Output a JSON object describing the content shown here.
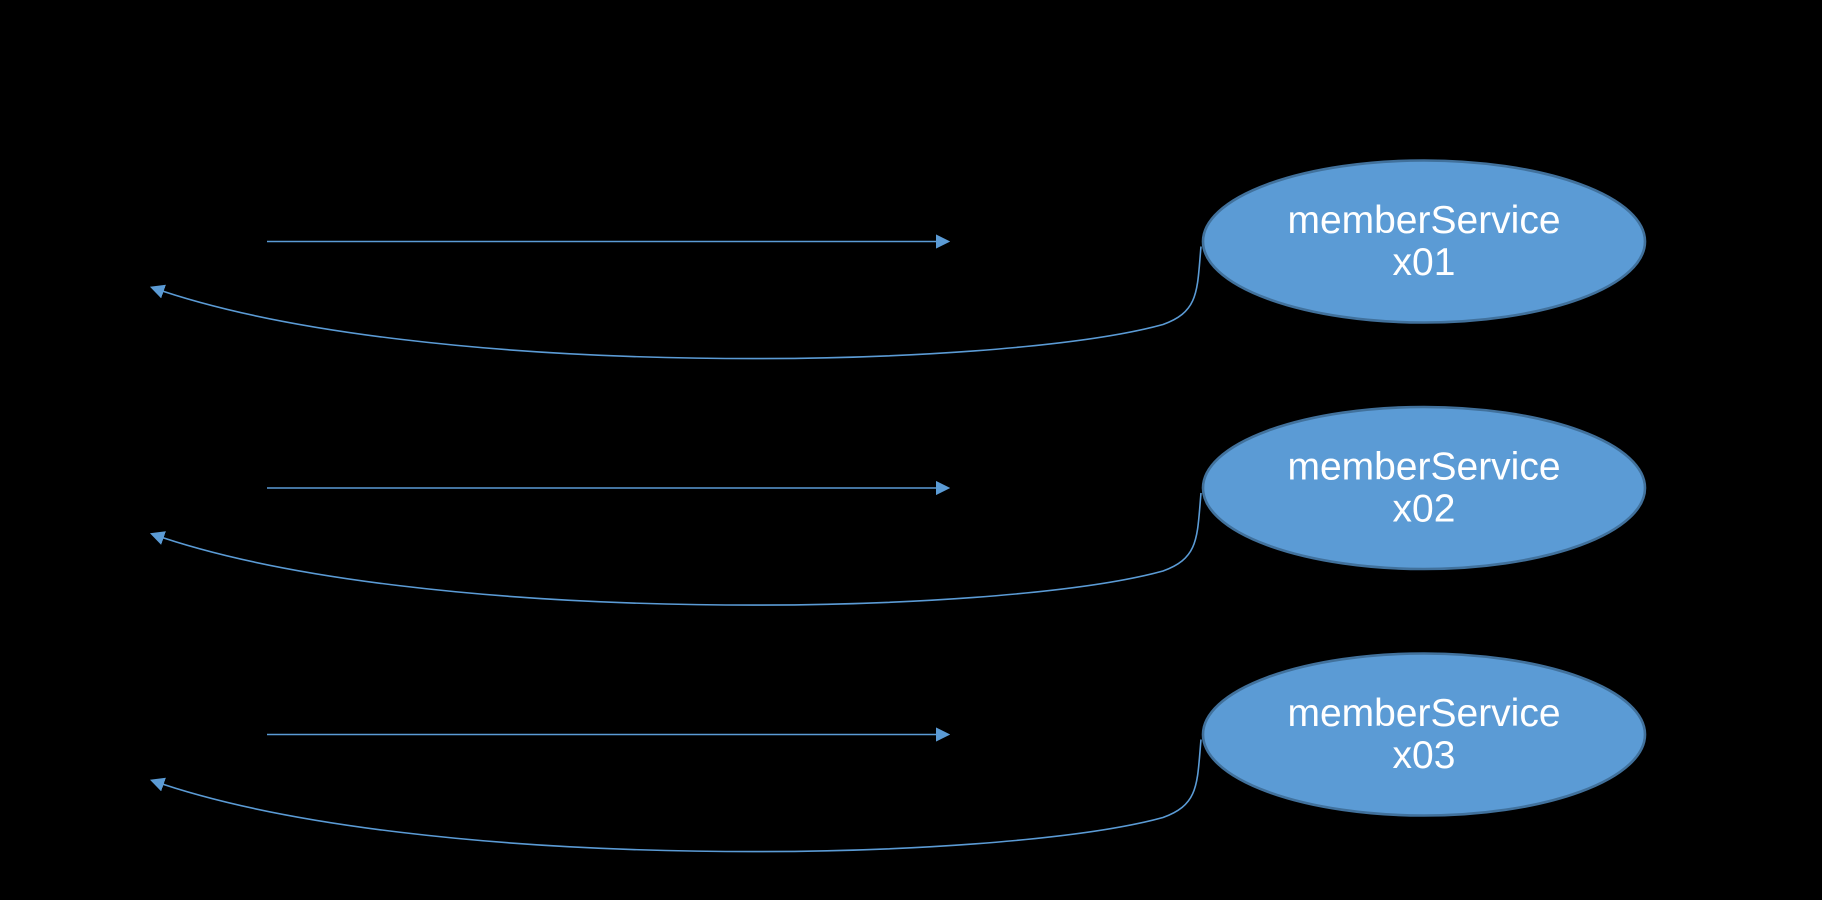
{
  "diagram": {
    "background": "#000000",
    "colors": {
      "node_fill": "#5B9BD5",
      "node_stroke": "#41719C",
      "node_text": "#FFFFFF",
      "arrow": "#5B9BD5"
    },
    "nodes": [
      {
        "label_line1": "memberService",
        "label_line2": "x01"
      },
      {
        "label_line1": "memberService",
        "label_line2": "x02"
      },
      {
        "label_line1": "memberService",
        "label_line2": "x03"
      }
    ]
  }
}
